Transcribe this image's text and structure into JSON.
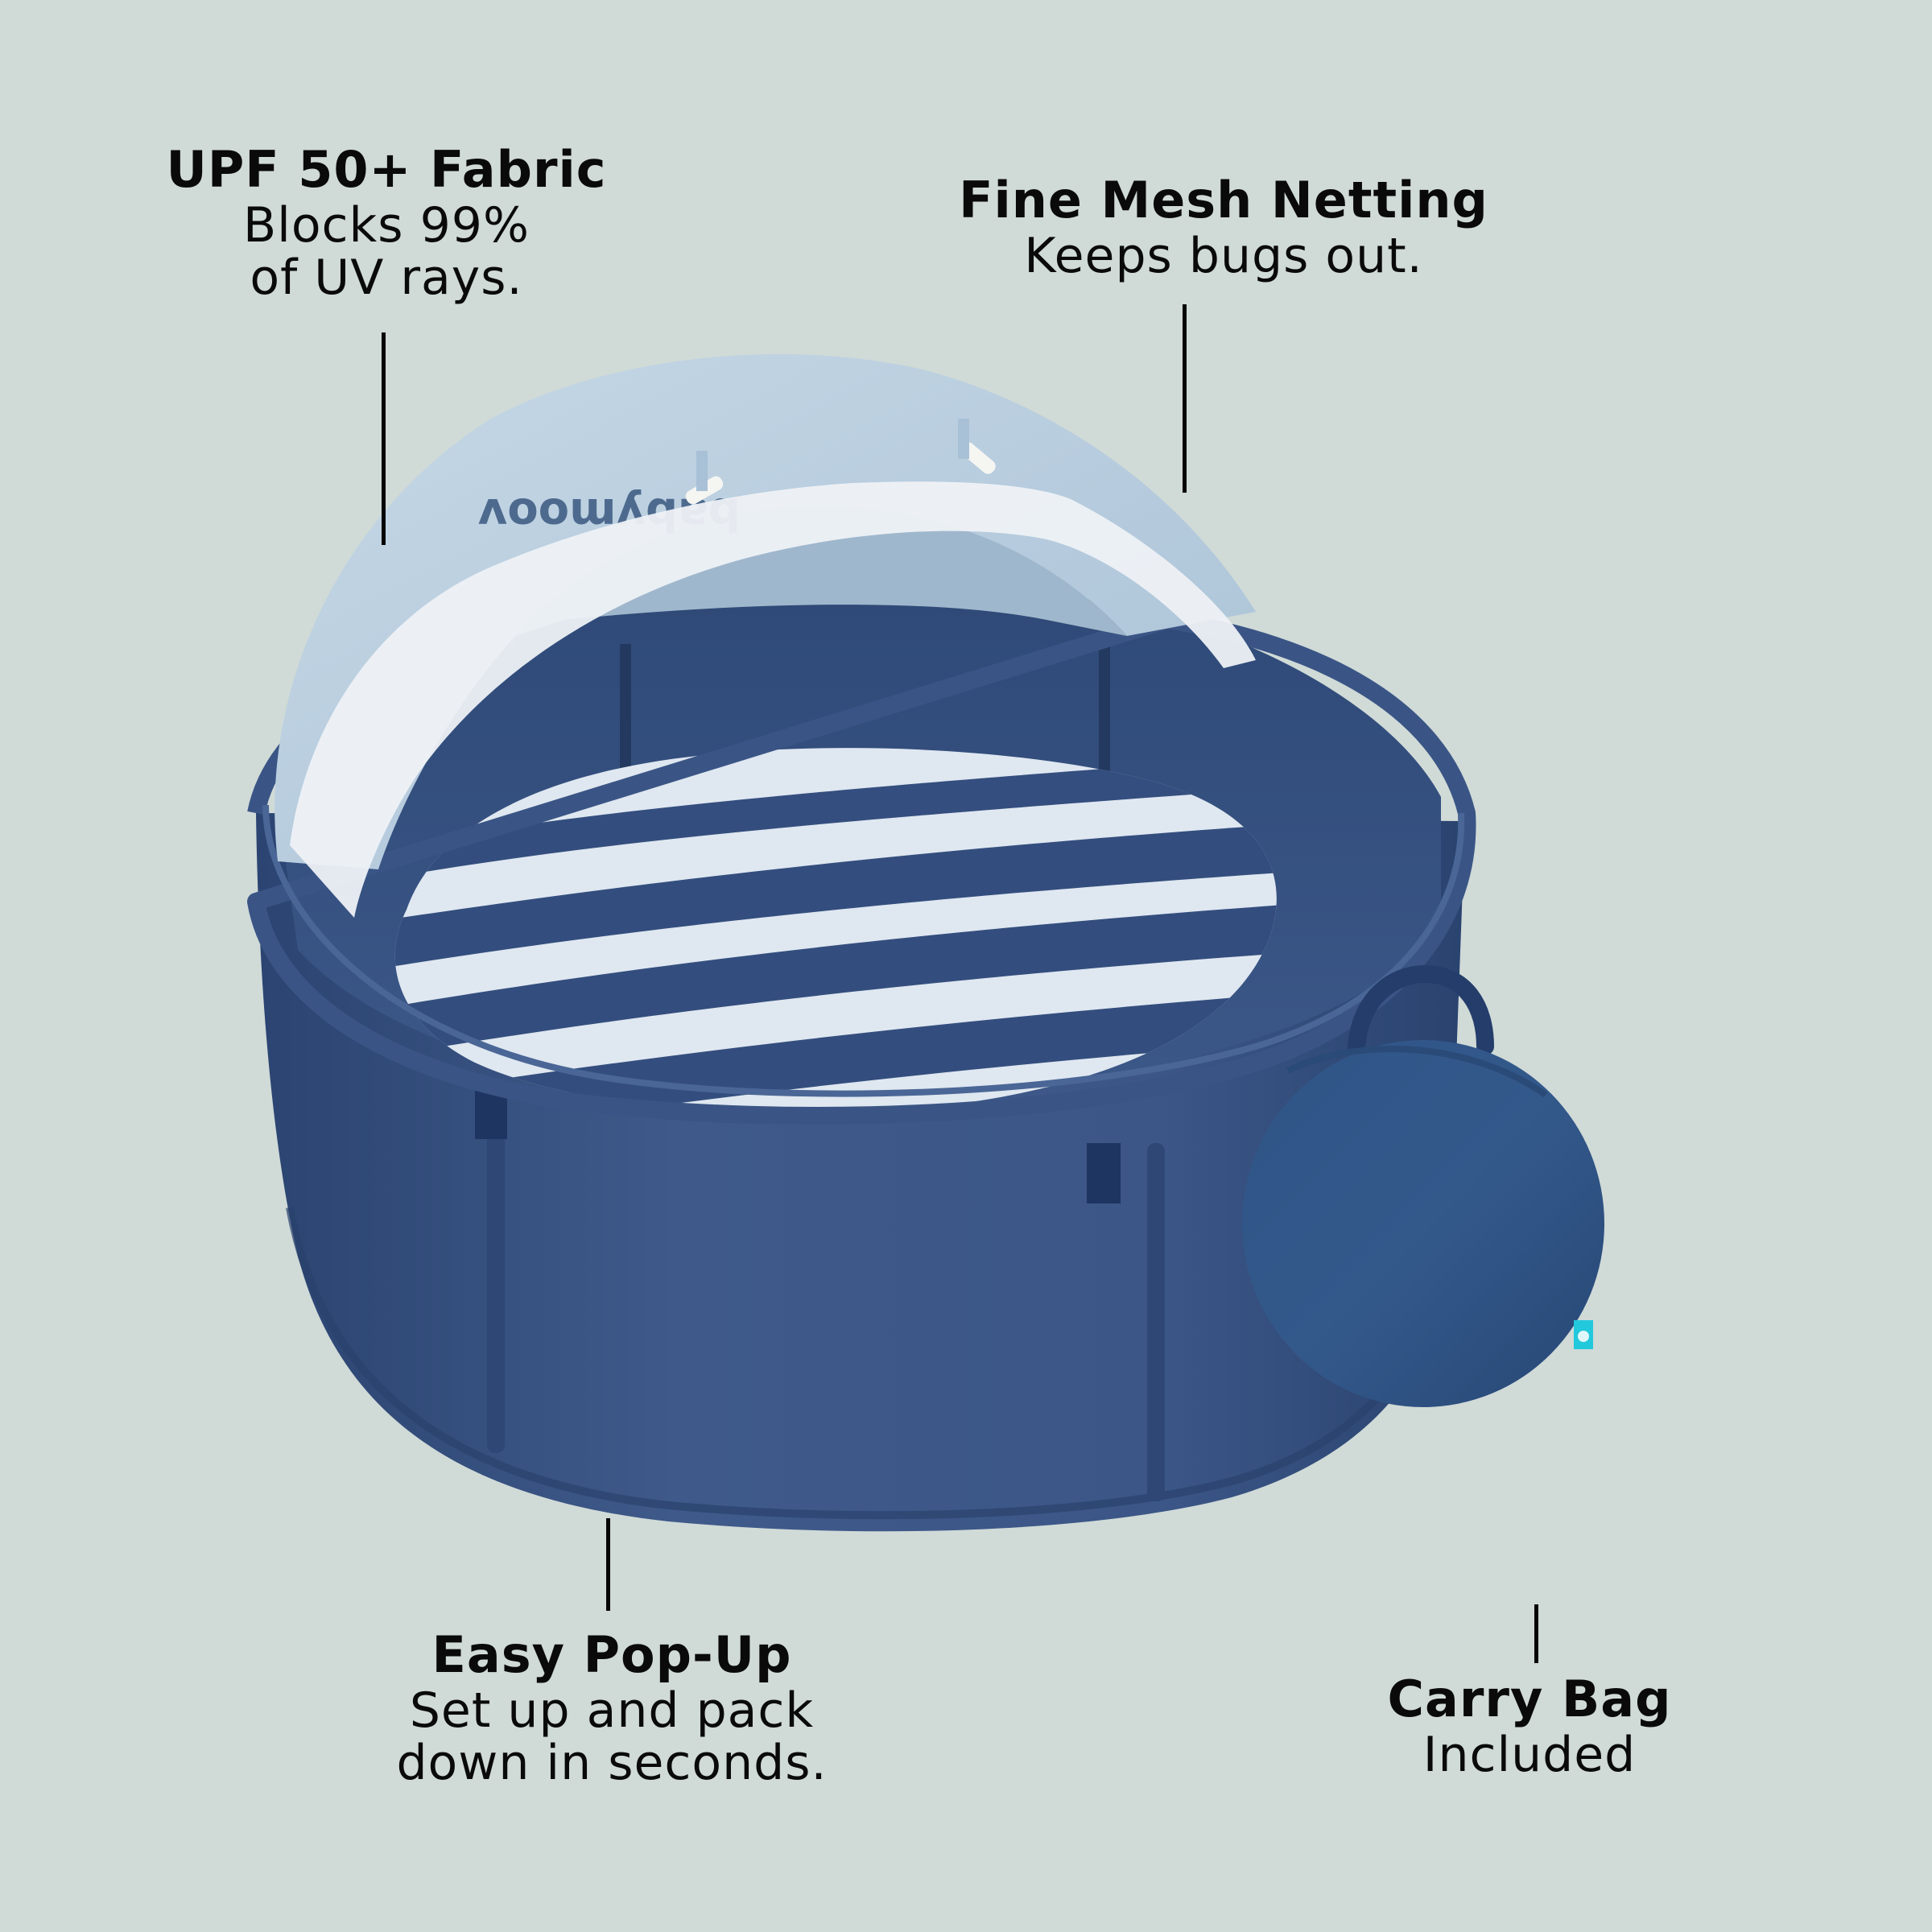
{
  "background_color": "#d0dad7",
  "callouts": {
    "upf": {
      "title": "UPF 50+ Fabric",
      "description": "Blocks 99%\nof UV rays."
    },
    "mesh": {
      "title": "Fine Mesh Netting",
      "description": "Keeps bugs out."
    },
    "popup": {
      "title": "Easy Pop-Up",
      "description": "Set up and pack\ndown in seconds."
    },
    "bag": {
      "title": "Carry Bag",
      "description": "Included"
    }
  },
  "product": {
    "canopy_logo_text": "babymoov",
    "bag_tag_icon": "brand-b-logo-icon",
    "colors": {
      "navy": "#34507f",
      "navy_dark": "#263f69",
      "canopy": "#bcd0df",
      "mesh": "#eef1f5",
      "bag": "#305482",
      "tag": "#22c8dc"
    }
  }
}
